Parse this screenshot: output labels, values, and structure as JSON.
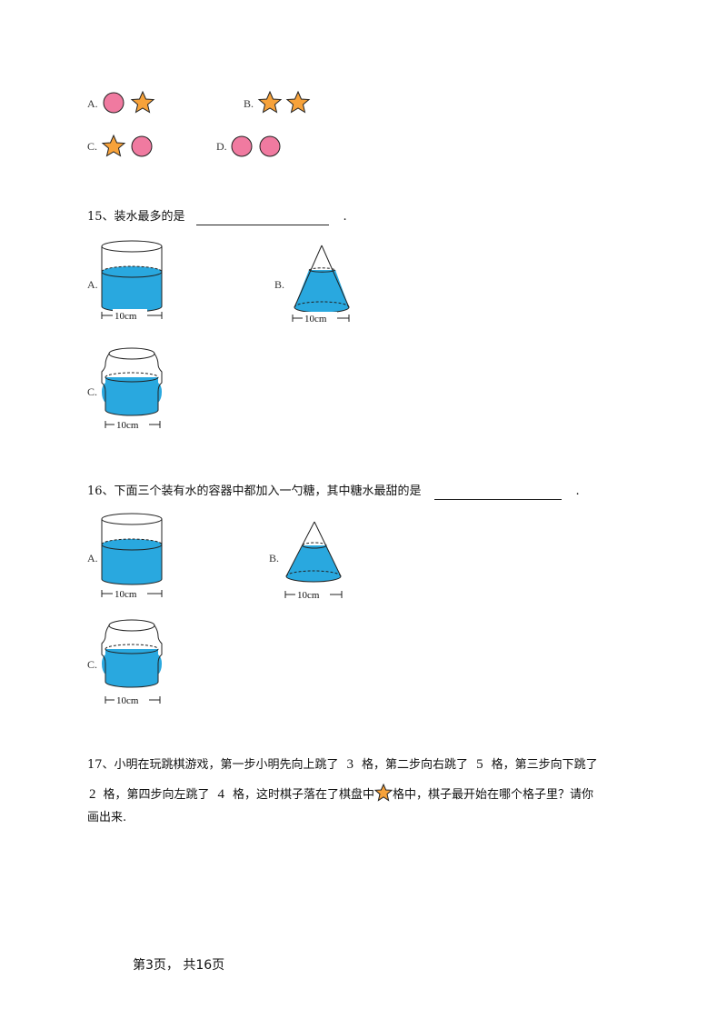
{
  "q14": {
    "options": [
      {
        "label": "A.",
        "icons": [
          "circle",
          "star"
        ]
      },
      {
        "label": "B.",
        "icons": [
          "star",
          "star"
        ]
      },
      {
        "label": "C.",
        "icons": [
          "star",
          "circle"
        ]
      },
      {
        "label": "D.",
        "icons": [
          "circle",
          "circle"
        ]
      }
    ]
  },
  "q15": {
    "text": "15、装水最多的是",
    "end": ".",
    "options": {
      "a": "A.",
      "b": "B.",
      "c": "C."
    },
    "dim": "10cm"
  },
  "q16": {
    "text": "16、下面三个装有水的容器中都加入一勺糖，其中糖水最甜的是",
    "end": ".",
    "options": {
      "a": "A.",
      "b": "B.",
      "c": "C."
    },
    "dim": "10cm"
  },
  "q17": {
    "line1_a": "17、小明在玩跳棋游戏，第一步小明先向上跳了",
    "n1": "3",
    "line1_b": "格，第二步向右跳了",
    "n2": "5",
    "line1_c": "格，第三步向下跳了",
    "n3": "2",
    "line2_a": "格，第四步向左跳了",
    "n4": "4",
    "line2_b": "格，这时棋子落在了棋盘中",
    "line2_c": "格中，棋子最开始在哪个格子里？请你",
    "line3": "画出来."
  },
  "footer": {
    "page": "第3页， 共16页"
  },
  "colors": {
    "circle": "#f07aa0",
    "star": "#f7a23a",
    "water": "#29a8df",
    "outline": "#222222"
  }
}
